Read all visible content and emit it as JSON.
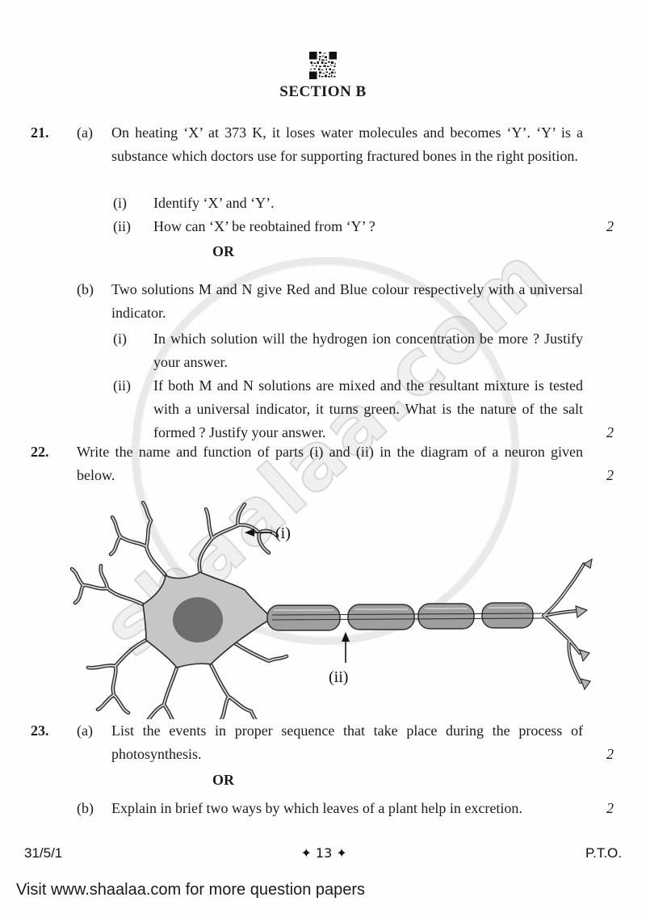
{
  "section_title": "SECTION B",
  "watermark": {
    "text": "shaalaa.com"
  },
  "q21": {
    "number": "21.",
    "a_label": "(a)",
    "a_text": "On heating ‘X’ at 373 K, it loses water molecules and becomes ‘Y’. ‘Y’ is a substance which doctors use for supporting fractured bones in the right position.",
    "a_items": [
      {
        "label": "(i)",
        "text": "Identify ‘X’ and ‘Y’.",
        "marks": ""
      },
      {
        "label": "(ii)",
        "text": "How can ‘X’ be reobtained from ‘Y’ ?",
        "marks": "2"
      }
    ],
    "or_label": "OR",
    "b_label": "(b)",
    "b_text": "Two solutions M and N give Red and Blue colour respectively with a universal indicator.",
    "b_items": [
      {
        "label": "(i)",
        "text": "In which solution will the hydrogen ion concentration be more ? Justify your answer.",
        "marks": ""
      },
      {
        "label": "(ii)",
        "text": "If both M and N solutions are mixed and the resultant mixture is tested with a universal indicator, it turns green. What is the nature of the salt formed ? Justify your answer.",
        "marks": "2"
      }
    ]
  },
  "q22": {
    "number": "22.",
    "text": "Write the name and function of parts (i) and (ii) in the diagram of a neuron given below.",
    "marks": "2",
    "diagram_labels": {
      "i": "(i)",
      "ii": "(ii)"
    }
  },
  "q23": {
    "number": "23.",
    "a_label": "(a)",
    "a_text": "List the events in proper sequence that take place during the process of photosynthesis.",
    "a_marks": "2",
    "or_label": "OR",
    "b_label": "(b)",
    "b_text": "Explain in brief two ways by which leaves of a plant help in excretion.",
    "b_marks": "2"
  },
  "footer": {
    "left_code": "31/5/1",
    "page_marker": "✦ 13 ✦",
    "right": "P.T.O."
  },
  "bottom_note": "Visit www.shaalaa.com for more question papers",
  "colors": {
    "soma_fill": "#c6c6c6",
    "nucleus_fill": "#6e6e6e",
    "myelin_fill": "#9f9f9f",
    "outline": "#2e2e2e",
    "watermark_gray": "#8c8c8c"
  }
}
